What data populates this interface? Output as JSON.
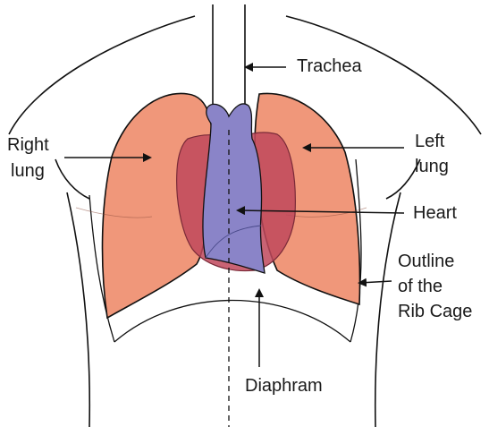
{
  "labels": {
    "trachea": "Trachea",
    "right_lung": [
      "Right",
      "lung"
    ],
    "left_lung": [
      "Left",
      "lung"
    ],
    "heart": "Heart",
    "rib_cage": [
      "Outline",
      "of the",
      "Rib Cage"
    ],
    "diaphragm": "Diaphram"
  },
  "colors": {
    "lung": "#f0977a",
    "heart": "#c0485c",
    "vessels": "#8a84c8",
    "outline": "#111111"
  }
}
